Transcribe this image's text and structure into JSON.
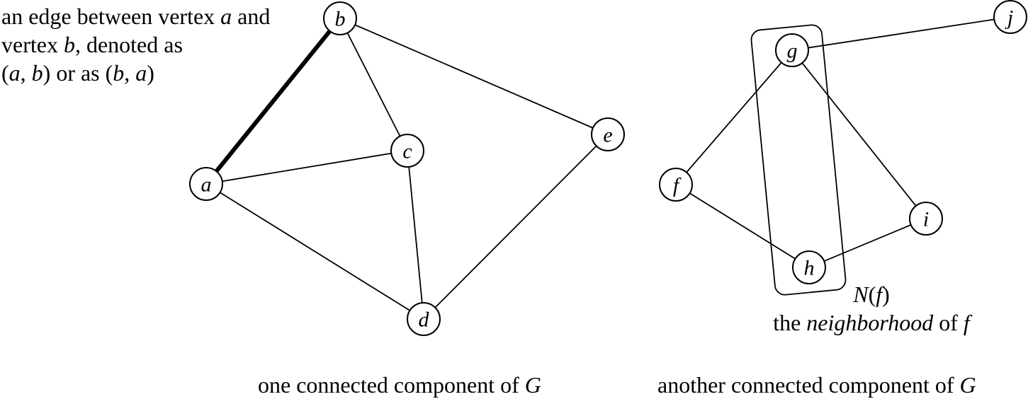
{
  "vertices": [
    {
      "id": "a",
      "label": "a"
    },
    {
      "id": "b",
      "label": "b"
    },
    {
      "id": "c",
      "label": "c"
    },
    {
      "id": "d",
      "label": "d"
    },
    {
      "id": "e",
      "label": "e"
    },
    {
      "id": "f",
      "label": "f"
    },
    {
      "id": "g",
      "label": "g"
    },
    {
      "id": "h",
      "label": "h"
    },
    {
      "id": "i",
      "label": "i"
    },
    {
      "id": "j",
      "label": "j"
    }
  ],
  "edges": [
    {
      "from": "a",
      "to": "b",
      "highlighted": true
    },
    {
      "from": "a",
      "to": "c",
      "highlighted": false
    },
    {
      "from": "a",
      "to": "d",
      "highlighted": false
    },
    {
      "from": "b",
      "to": "c",
      "highlighted": false
    },
    {
      "from": "b",
      "to": "e",
      "highlighted": false
    },
    {
      "from": "c",
      "to": "d",
      "highlighted": false
    },
    {
      "from": "d",
      "to": "e",
      "highlighted": false
    },
    {
      "from": "f",
      "to": "g",
      "highlighted": false
    },
    {
      "from": "f",
      "to": "h",
      "highlighted": false
    },
    {
      "from": "g",
      "to": "i",
      "highlighted": false
    },
    {
      "from": "g",
      "to": "j",
      "highlighted": false
    },
    {
      "from": "h",
      "to": "i",
      "highlighted": false
    }
  ],
  "annotations": {
    "edge_note": {
      "line1_pre": "an edge between vertex ",
      "line1_var": "a",
      "line1_post": " and",
      "line2_pre": "vertex ",
      "line2_var": "b",
      "line2_post": ", denoted as",
      "line3_open1": "(",
      "line3_var1": "a",
      "line3_comma1": ", ",
      "line3_var2": "b",
      "line3_mid": ") or as (",
      "line3_var3": "b",
      "line3_comma2": ", ",
      "line3_var4": "a",
      "line3_close": ")"
    },
    "neighborhood_note": {
      "symbol_func": "N",
      "symbol_open": "(",
      "symbol_arg": "f",
      "symbol_close": ")",
      "line2_pre": "the ",
      "line2_em": "neighborhood",
      "line2_mid": " of ",
      "line2_var": "f"
    },
    "component1": {
      "text": "one connected component of ",
      "var": "G"
    },
    "component2": {
      "text": "another connected component of ",
      "var": "G"
    }
  },
  "colors": {
    "stroke": "#000000",
    "fill": "#ffffff"
  }
}
